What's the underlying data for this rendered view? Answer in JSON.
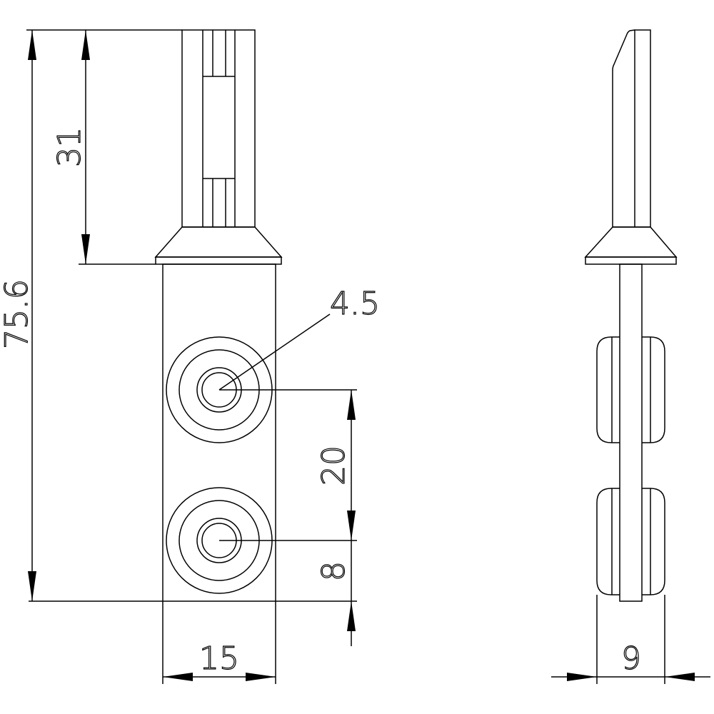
{
  "drawing": {
    "units": "mm",
    "dimensions": {
      "overall_length": "75.6",
      "pin_length": "31",
      "hole_diameter": "4.5",
      "hole_spacing": "20",
      "hole_to_bottom": "8",
      "front_width": "15",
      "side_thickness": "9"
    },
    "line_color": "#000000",
    "background": "#ffffff"
  }
}
